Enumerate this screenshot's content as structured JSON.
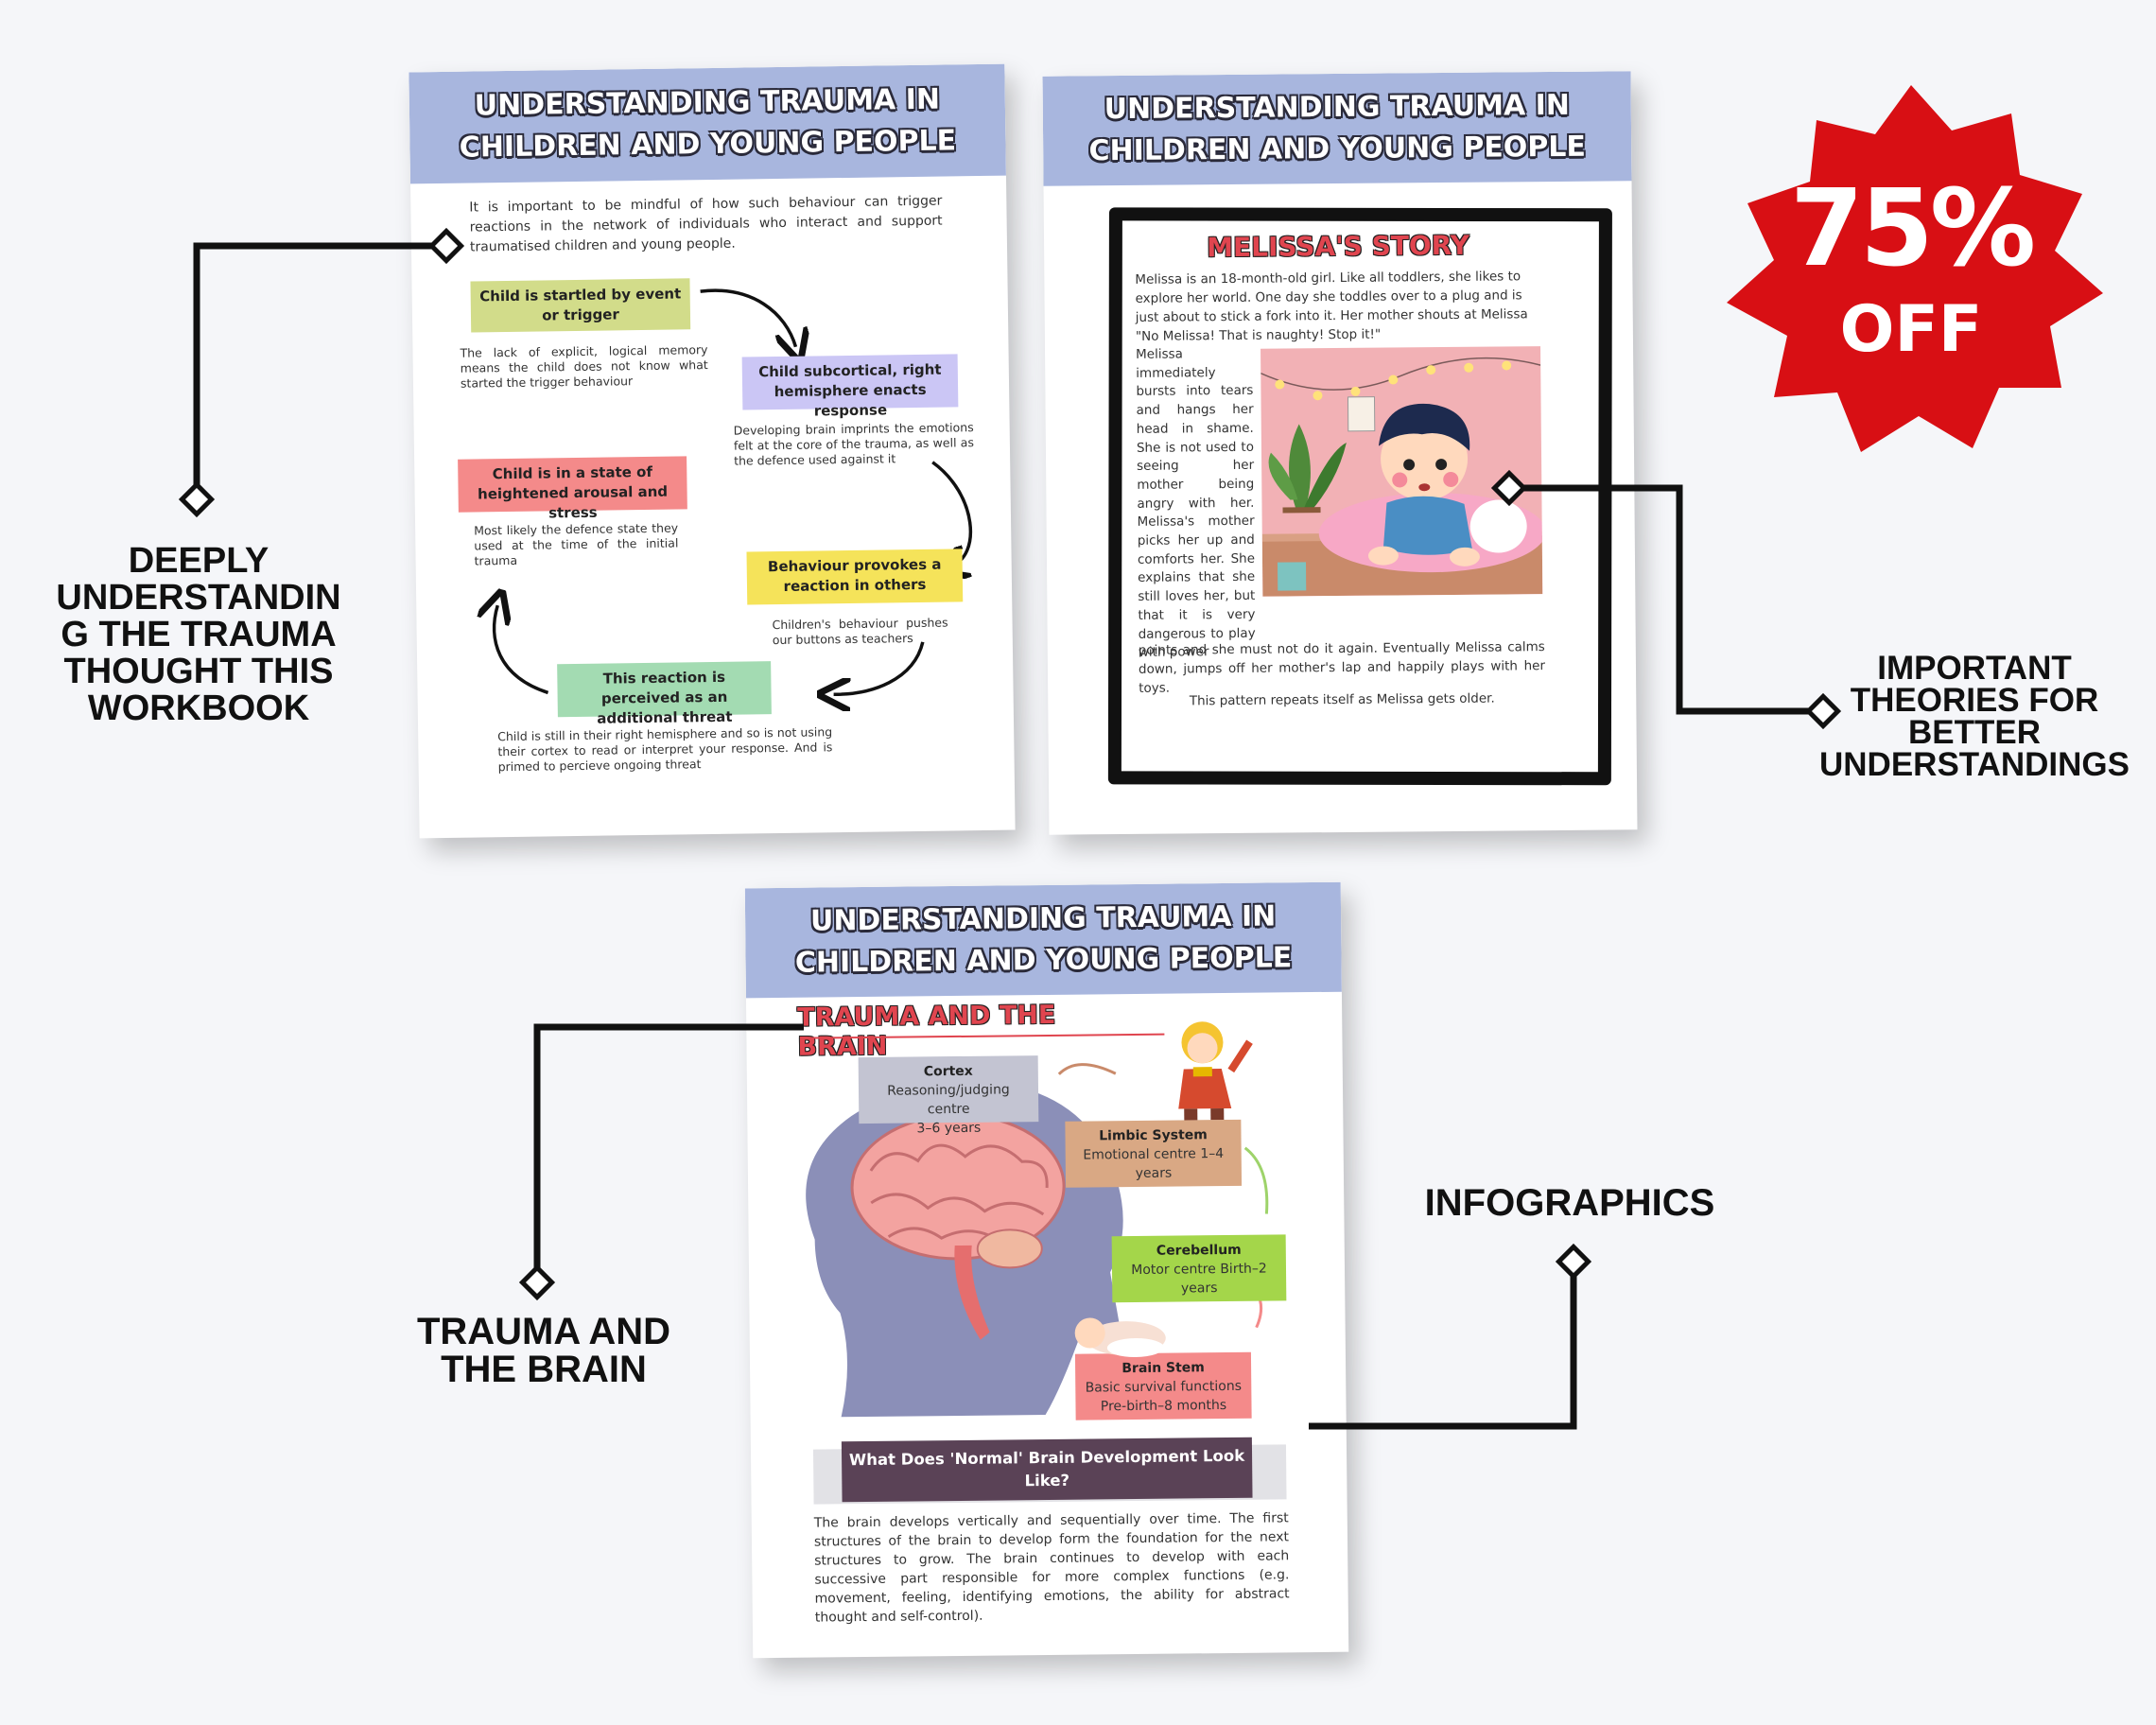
{
  "colors": {
    "background": "#f5f6f9",
    "header": "#a8b6de",
    "badge": "#d80f14",
    "box_green": "#d2dc8a",
    "box_purple": "#cbc6f5",
    "box_red": "#f48a8a",
    "box_yellow": "#f5e35a",
    "box_mint": "#a3dbb2"
  },
  "badge": {
    "percent": "75%",
    "off": "OFF"
  },
  "page1": {
    "title_line1": "UNDERSTANDING TRAUMA IN",
    "title_line2": "CHILDREN AND YOUNG PEOPLE",
    "intro": "It is important to be mindful of how such behaviour can trigger reactions in the network of individuals who interact and support traumatised children and young people.",
    "steps": [
      {
        "label": "Child is startled by event or trigger",
        "caption": "The lack of explicit, logical memory means the child does not know what started the trigger behaviour"
      },
      {
        "label": "Child subcortical, right hemisphere enacts response",
        "caption": "Developing brain imprints the emotions felt at the core of the trauma, as well as the defence used against it"
      },
      {
        "label": "Behaviour provokes a reaction in others",
        "caption": "Children's behaviour pushes our buttons as teachers"
      },
      {
        "label": "This reaction is perceived as an additional threat",
        "caption": "Child is still in their right hemisphere and so is not using their cortex to read or interpret your response. And is primed to percieve ongoing threat"
      },
      {
        "label": "Child is in a state of heightened arousal and stress",
        "caption": "Most likely the defence state they used at the time of the initial trauma"
      }
    ]
  },
  "page2": {
    "title_line1": "UNDERSTANDING TRAUMA IN",
    "title_line2": "CHILDREN AND YOUNG PEOPLE",
    "story_title": "MELISSA'S STORY",
    "para1": "Melissa is an 18-month-old girl. Like all toddlers, she likes to explore her world. One day she toddles over to a plug and is just about to stick a fork into it. Her mother shouts at Melissa \"No Melissa! That is naughty! Stop it!\"",
    "side_text": "Melissa immediately bursts into tears and hangs her head in shame. She is not used to seeing her mother being angry with her. Melissa's mother picks her up and comforts her. She explains that she still loves her, but that it is very dangerous to play with power",
    "para2": "points and she must not do it again. Eventually Melissa calms down, jumps off her mother's lap and happily plays with her toys.",
    "para3": "This pattern repeats itself as Melissa gets older."
  },
  "page3": {
    "title_line1": "UNDERSTANDING TRAUMA IN",
    "title_line2": "CHILDREN AND YOUNG PEOPLE",
    "section_title": "TRAUMA AND THE BRAIN",
    "regions": [
      {
        "name": "Cortex",
        "line1": "Reasoning/judging centre",
        "line2": "3–6 years"
      },
      {
        "name": "Limbic System",
        "line1": "Emotional centre 1–4",
        "line2": "years"
      },
      {
        "name": "Cerebellum",
        "line1": "Motor centre Birth–2",
        "line2": "years"
      },
      {
        "name": "Brain Stem",
        "line1": "Basic survival functions",
        "line2": "Pre-birth–8 months"
      }
    ],
    "question_line1": "What Does 'Normal' Brain Development Look",
    "question_line2": "Like?",
    "body": "The brain develops vertically and sequentially over time. The first structures of the brain to develop form the foundation for the next structures to grow. The brain continues to develop with each successive part responsible for more complex functions (e.g. movement, feeling, identifying emotions, the ability for abstract thought and self-control)."
  },
  "callouts": {
    "left_top": [
      "DEEPLY",
      "UNDERSTANDIN",
      "G THE TRAUMA",
      "THOUGHT THIS",
      "WORKBOOK"
    ],
    "right_top": [
      "IMPORTANT",
      "THEORIES FOR",
      "BETTER",
      "UNDERSTANDINGS"
    ],
    "left_bottom": [
      "TRAUMA AND",
      "THE BRAIN"
    ],
    "right_bottom": "INFOGRAPHICS"
  }
}
